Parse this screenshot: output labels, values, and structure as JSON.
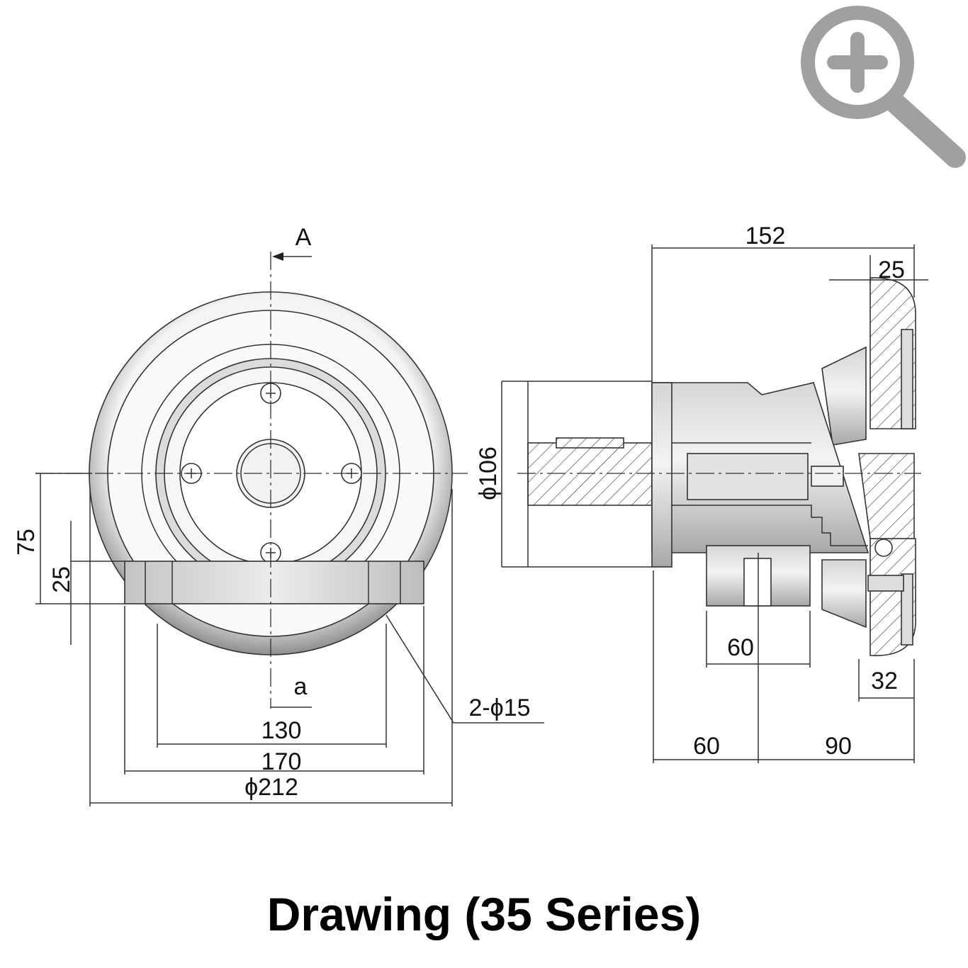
{
  "title": "Drawing (35 Series)",
  "zoom_control": {
    "icon": "zoom-in-icon",
    "color": "#a0a0a0"
  },
  "front_view": {
    "section_marker": "A",
    "view_marker": "a",
    "dimensions": {
      "height_75": "75",
      "base_25": "25",
      "hole_spacing": "130",
      "base_width": "170",
      "wheel_diameter": "ϕ212",
      "mounting_holes": "2-ϕ15"
    }
  },
  "side_view": {
    "dimensions": {
      "overall_length": "152",
      "wheel_thickness": "25",
      "shaft_diameter": "ϕ106",
      "foot_width": "60",
      "wheel_offset": "32",
      "front_length": "60",
      "rear_length": "90"
    }
  },
  "colors": {
    "line": "#333333",
    "fill_light": "#eeeeee",
    "fill_dark": "#9a9a9a"
  }
}
